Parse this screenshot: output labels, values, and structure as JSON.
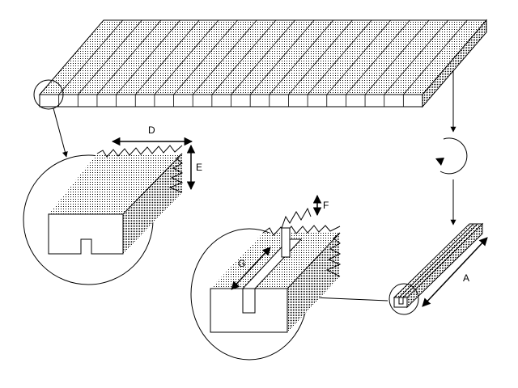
{
  "labels": {
    "a": "A",
    "d": "D",
    "e": "E",
    "f": "F",
    "g": "G"
  }
}
